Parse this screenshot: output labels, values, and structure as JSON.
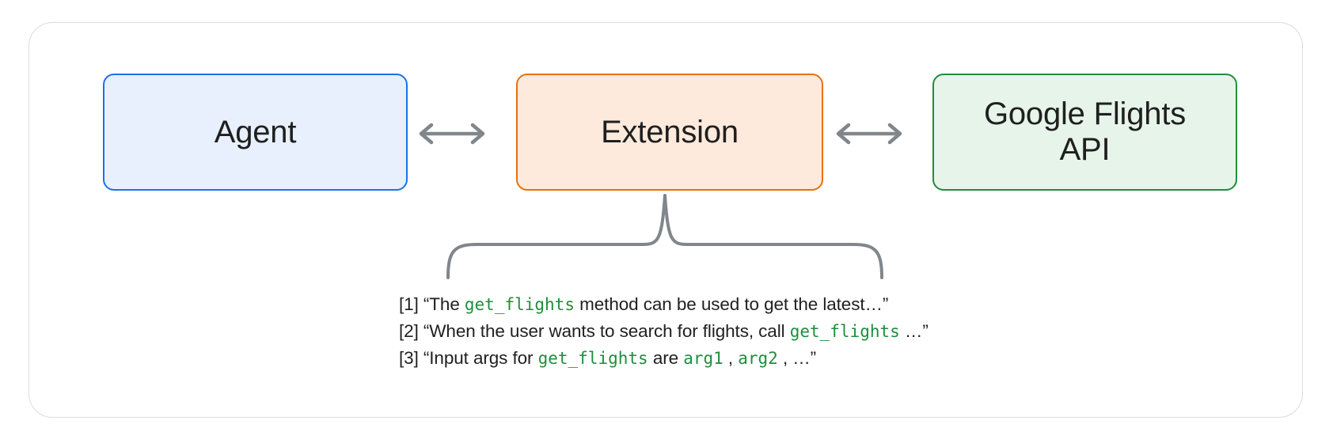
{
  "diagram": {
    "nodes": [
      {
        "id": "agent",
        "label": "Agent",
        "border_color": "#1a73e8",
        "fill_color": "#e8f0fe"
      },
      {
        "id": "extension",
        "label": "Extension",
        "border_color": "#e8710a",
        "fill_color": "#fdeadc"
      },
      {
        "id": "api",
        "label": "Google Flights\nAPI",
        "border_color": "#1e8e3e",
        "fill_color": "#e6f4ea"
      }
    ],
    "connectors": [
      {
        "id": "agent-extension",
        "type": "double-arrow",
        "from": "agent",
        "to": "extension",
        "color": "#80868b"
      },
      {
        "id": "extension-api",
        "type": "double-arrow",
        "from": "extension",
        "to": "api",
        "color": "#80868b"
      },
      {
        "id": "extension-brace",
        "type": "curly-brace",
        "from": "extension",
        "to": "examples",
        "color": "#80868b"
      }
    ],
    "examples": [
      {
        "index": "[1]",
        "parts": [
          {
            "t": "“The ",
            "code": false
          },
          {
            "t": "get_flights",
            "code": true
          },
          {
            "t": " method can be used to get the latest…”",
            "code": false
          }
        ]
      },
      {
        "index": "[2]",
        "parts": [
          {
            "t": "“When the user wants to search for flights, call ",
            "code": false
          },
          {
            "t": "get_flights",
            "code": true
          },
          {
            "t": " …”",
            "code": false
          }
        ]
      },
      {
        "index": "[3]",
        "parts": [
          {
            "t": "“Input args for ",
            "code": false
          },
          {
            "t": "get_flights",
            "code": true
          },
          {
            "t": " are ",
            "code": false
          },
          {
            "t": "arg1",
            "code": true
          },
          {
            "t": " , ",
            "code": false
          },
          {
            "t": "arg2",
            "code": true
          },
          {
            "t": " , …”",
            "code": false
          }
        ]
      }
    ],
    "colors": {
      "code_green": "#1e8e3e",
      "arrow_gray": "#80868b",
      "card_border": "#dadce0",
      "text": "#1f1f1f"
    }
  }
}
